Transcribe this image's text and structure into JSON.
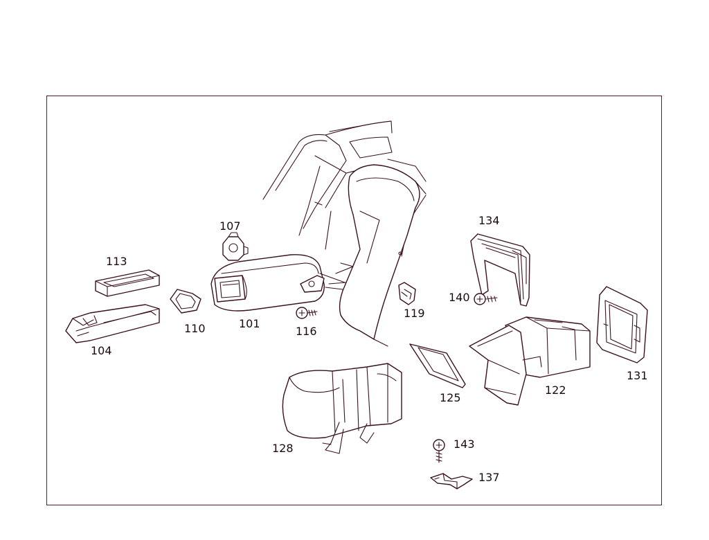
{
  "labels": {
    "p101": "101",
    "p104": "104",
    "p107": "107",
    "p110": "110",
    "p113": "113",
    "p116": "116",
    "p119": "119",
    "p122": "122",
    "p125": "125",
    "p128": "128",
    "p131": "131",
    "p134": "134",
    "p137": "137",
    "p140": "140",
    "p143": "143"
  },
  "colors": {
    "line": "#3a1020",
    "frame": "#5a1a2a",
    "background": "#ffffff"
  }
}
